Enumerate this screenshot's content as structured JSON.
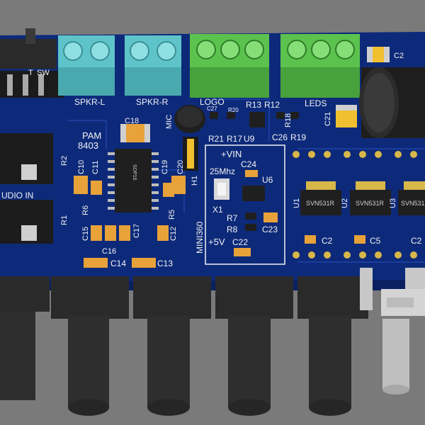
{
  "colors": {
    "background": "#7a7a7a",
    "pcb": "#0d2a7a",
    "pcb_light": "#1a3d9e",
    "silkscreen": "#f2f2f2",
    "pad": "#d8b74a",
    "terminal_blue": "#5fc4c9",
    "terminal_green": "#5cc24e",
    "knob": "#2e2e2e",
    "ic": "#1f1f1f",
    "cap_orange": "#e8a23a",
    "cap_yellow": "#f0c030",
    "crystal": "#d9d9d9"
  },
  "silkscreen": {
    "spkr_l": "SPKR-L",
    "spkr_r": "SPKR-R",
    "logo": "LOGO",
    "leds": "LEDS",
    "mic": "MIC",
    "pam": "PAM",
    "pam_num": "8403",
    "audio_in": "UDIO IN",
    "mini360": "MINI360",
    "vin": "+VIN",
    "freq": "25Mhz",
    "plus5v": "+5V",
    "r2": "R2",
    "r1": "R1",
    "r6": "R6",
    "r5": "R5",
    "r7": "R7",
    "r8": "R8",
    "r12": "R12",
    "r13": "R13",
    "r17": "R17",
    "r18": "R18",
    "r19": "R19",
    "r20": "R20",
    "r21": "R21",
    "c10": "C10",
    "c11": "C11",
    "c12": "C12",
    "c13": "C13",
    "c14": "C14",
    "c15": "C15",
    "c16": "C16",
    "c17": "C17",
    "c18": "C18",
    "c19": "C19",
    "c20": "C20",
    "c21": "C21",
    "c22": "C22",
    "c23": "C23",
    "c24": "C24",
    "c26": "C26",
    "c27": "C27",
    "c2a": "C2",
    "c2b": "C2",
    "c5": "C5",
    "c2top": "C2",
    "u1": "U1",
    "u2": "U2",
    "u3": "U3",
    "u6": "U6",
    "u9": "U9",
    "h1": "H1",
    "x1": "X1",
    "sop": "SOP16",
    "sw_a": "T",
    "sw_b": "SW"
  },
  "chips": {
    "mosfet": "SVN531R"
  }
}
